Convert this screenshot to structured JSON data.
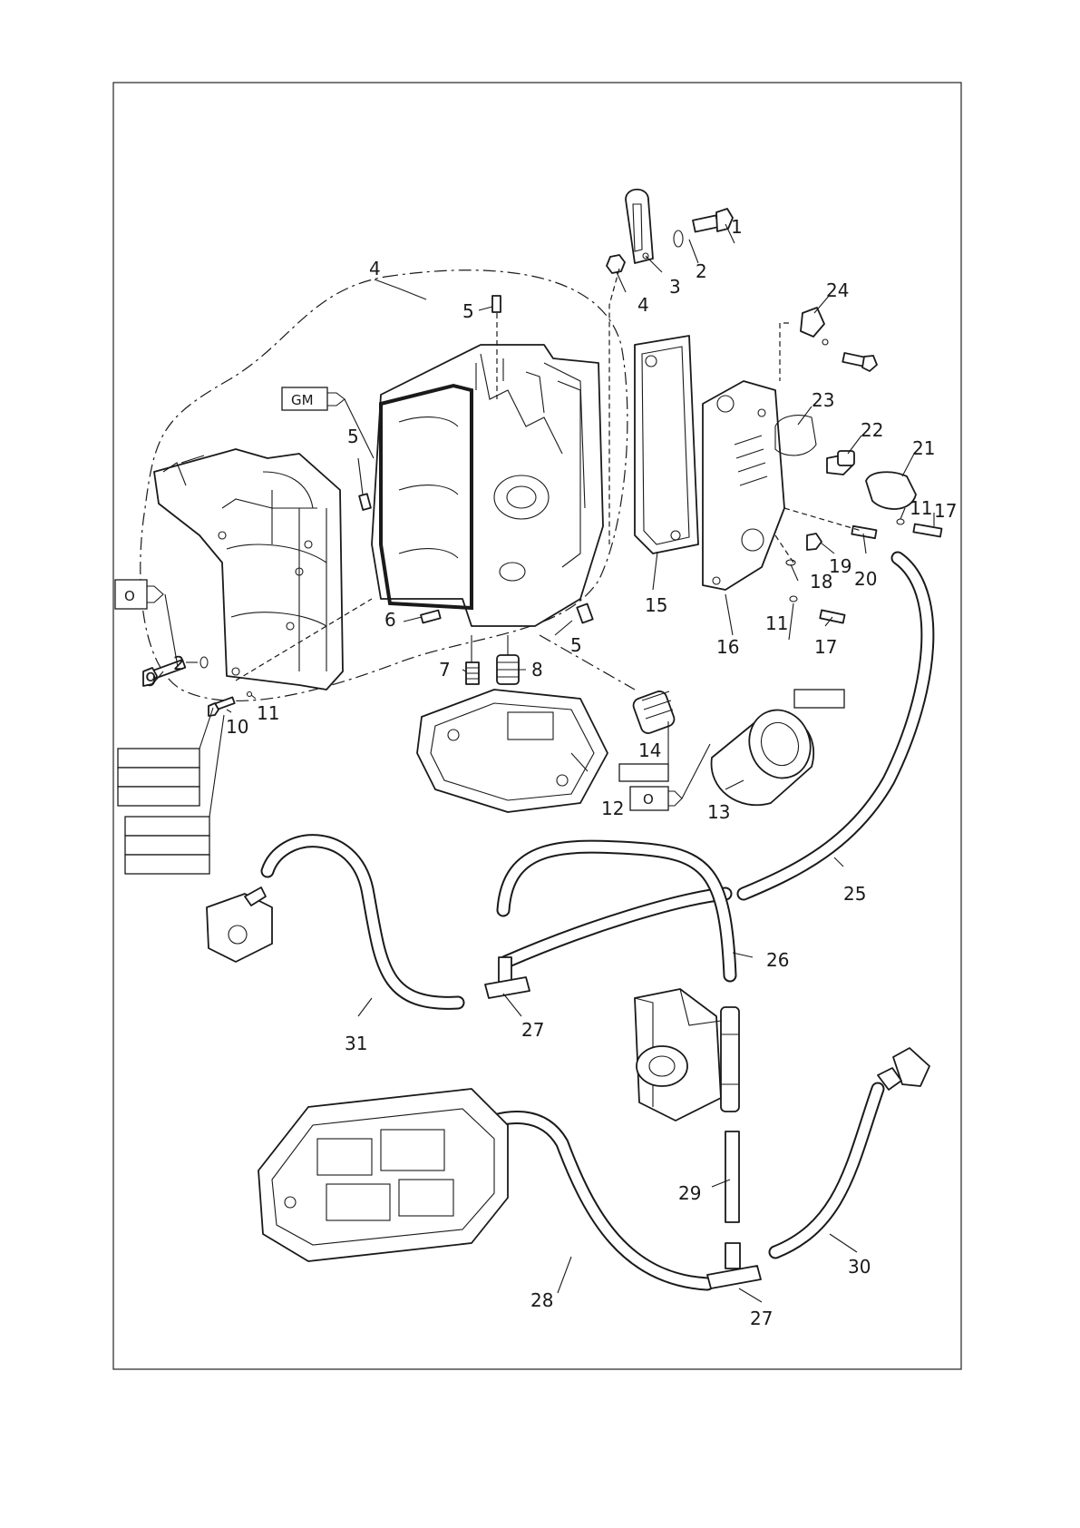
{
  "callouts": {
    "c1": "1",
    "c2a": "2",
    "c3": "3",
    "c4a": "4",
    "c4b": "4",
    "c5a": "5",
    "c5b": "5",
    "c5c": "5",
    "c6": "6",
    "c7": "7",
    "c8": "8",
    "c9": "9",
    "c2b": "2",
    "c10": "10",
    "c11a": "11",
    "c11b": "11",
    "c11c": "11",
    "c12": "12",
    "c13": "13",
    "c14": "14",
    "c15": "15",
    "c16": "16",
    "c17a": "17",
    "c17b": "17",
    "c18": "18",
    "c19": "19",
    "c20": "20",
    "c21": "21",
    "c22": "22",
    "c23": "23",
    "c24": "24",
    "c25": "25",
    "c26": "26",
    "c27a": "27",
    "c27b": "27",
    "c28": "28",
    "c29": "29",
    "c30": "30",
    "c31": "31"
  },
  "tags": {
    "gm": "GM",
    "oil_left": "O",
    "oil_filter": "O"
  }
}
